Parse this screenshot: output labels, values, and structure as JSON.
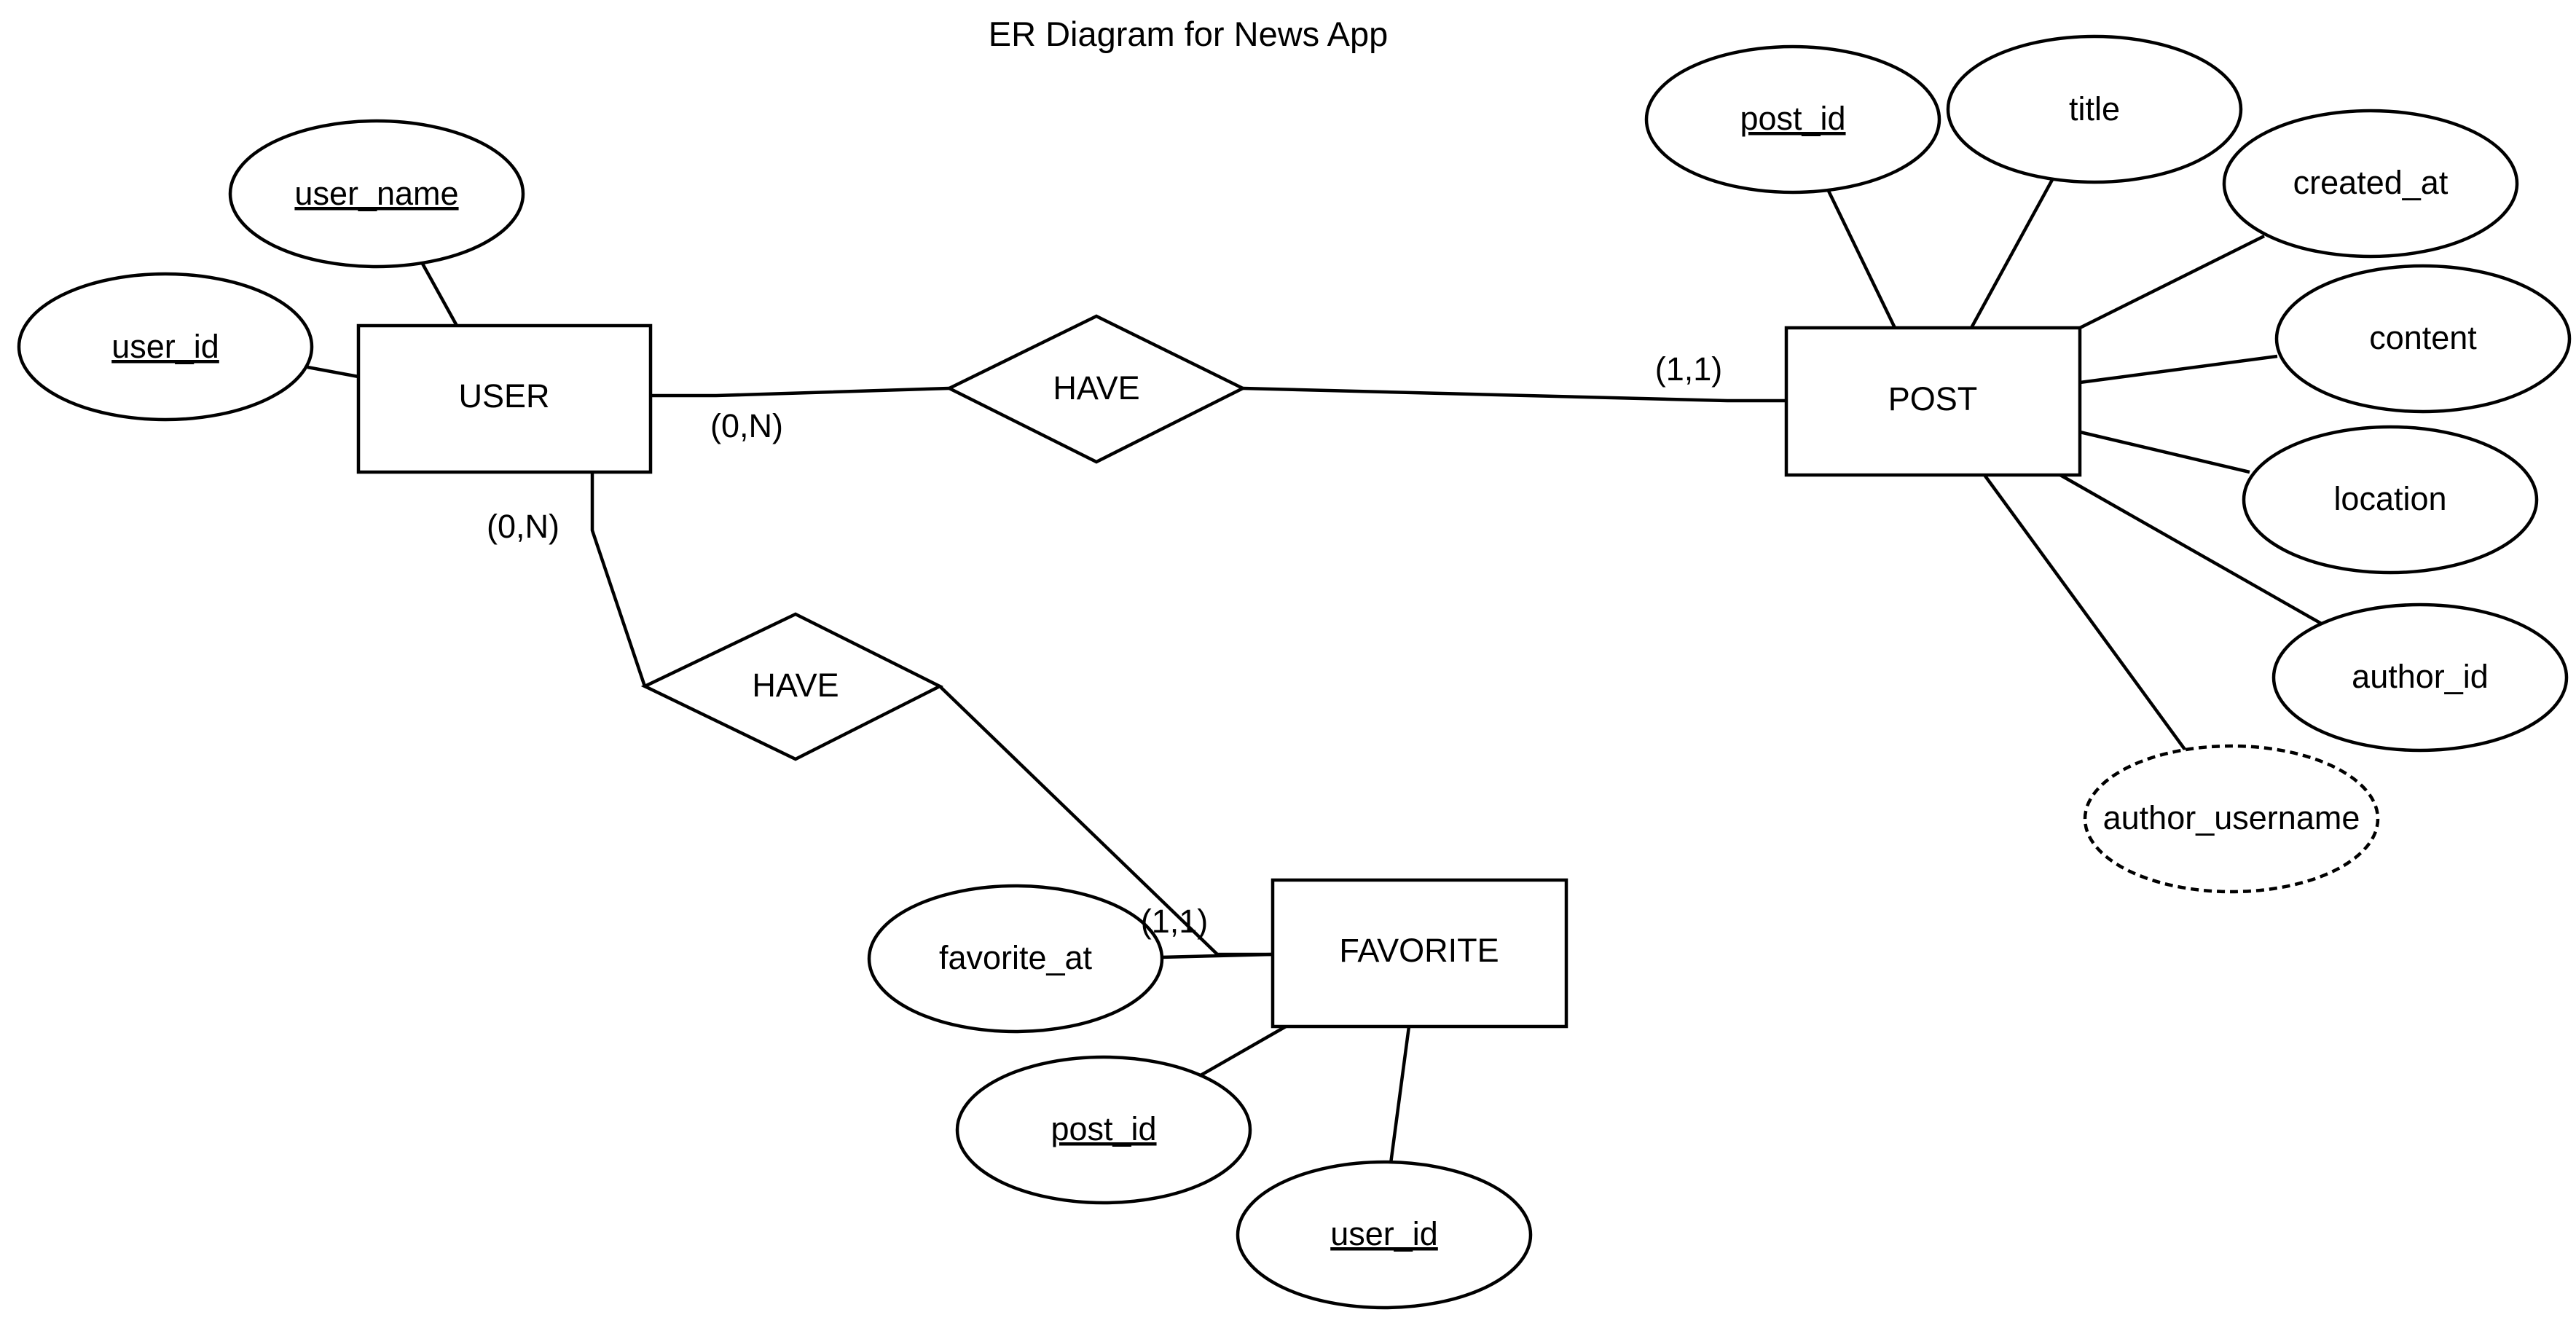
{
  "diagram": {
    "title": "ER Diagram for News App",
    "colors": {
      "stroke": "#000000",
      "fill": "#ffffff",
      "text": "#000000"
    },
    "entities": {
      "user": "USER",
      "post": "POST",
      "favorite": "FAVORITE"
    },
    "relationships": {
      "user_post": "HAVE",
      "user_favorite": "HAVE"
    },
    "cardinalities": {
      "user_post_user": "(0,N)",
      "user_post_post": "(1,1)",
      "user_favorite_user": "(0,N)",
      "user_favorite_favorite": "(1,1)"
    },
    "attributes": {
      "user": {
        "user_name": "user_name",
        "user_id": "user_id"
      },
      "post": {
        "post_id": "post_id",
        "title": "title",
        "created_at": "created_at",
        "content": "content",
        "location": "location",
        "author_id": "author_id",
        "author_username": "author_username"
      },
      "favorite": {
        "favorite_at": "favorite_at",
        "post_id": "post_id",
        "user_id": "user_id"
      }
    }
  }
}
